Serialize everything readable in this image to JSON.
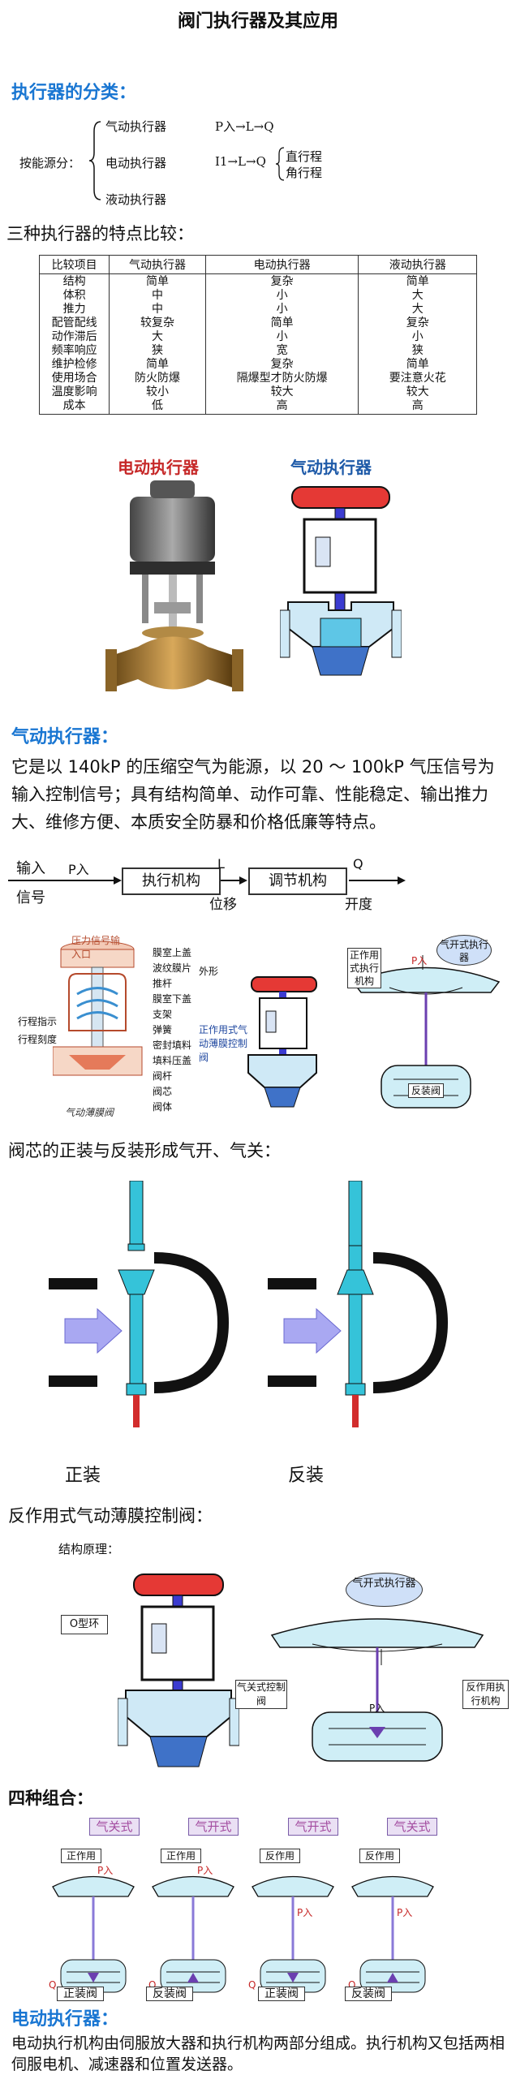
{
  "title": "阀门执行器及其应用",
  "classification": {
    "heading": "执行器的分类：",
    "energy_label": "按能源分：",
    "types": [
      "气动执行器",
      "电动执行器",
      "液动执行器"
    ],
    "pneumatic_formula": "P入→L→Q",
    "electric_formula": "I1→L→Q",
    "stroke_types": [
      "直行程",
      "角行程"
    ]
  },
  "comparison": {
    "heading": "三种执行器的特点比较：",
    "headers": [
      "比较项目",
      "气动执行器",
      "电动执行器",
      "液动执行器"
    ],
    "items": [
      "结构",
      "体积",
      "推力",
      "配管配线",
      "动作滞后",
      "频率响应",
      "维护检修",
      "使用场合",
      "温度影响",
      "成本"
    ],
    "pneumatic": [
      "简单",
      "中",
      "中",
      "较复杂",
      "大",
      "狭",
      "简单",
      "防火防爆",
      "较小",
      "低"
    ],
    "electric": [
      "复杂",
      "小",
      "小",
      "简单",
      "小",
      "宽",
      "复杂",
      "隔爆型才防火防爆",
      "较大",
      "高"
    ],
    "hydraulic": [
      "简单",
      "大",
      "大",
      "复杂",
      "小",
      "狭",
      "简单",
      "要注意火花",
      "较大",
      "高"
    ]
  },
  "photo_captions": {
    "electric": "电动执行器",
    "pneumatic": "气动执行器"
  },
  "pneumatic_section": {
    "heading": "气动执行器：",
    "paragraph": "它是以 140kP 的压缩空气为能源，以 20 ～ 100kP 气压信号为输入控制信号；具有结构简单、动作可靠、性能稳定、输出推力大、维修方便、本质安全防暴和价格低廉等特点。"
  },
  "flow": {
    "input_label_1": "输入",
    "input_label_2": "信号",
    "p_in": "P入",
    "box1": "执行机构",
    "l": "L",
    "displacement": "位移",
    "box2": "调节机构",
    "q": "Q",
    "opening": "开度"
  },
  "diaphragm_diagram": {
    "labels_left": [
      "压力信号输入口",
      "膜室上盖",
      "波纹膜片",
      "推杆",
      "膜室下盖",
      "支架",
      "行程指示",
      "行程刻度",
      "弹簧",
      "密封填料",
      "填料压盖",
      "阀杆",
      "阀芯",
      "阀体"
    ],
    "bottom_caption": "气动薄膜阀",
    "appearance": "外形",
    "direct_acting_note": "正作用式气动薄膜控制阀",
    "direct_actuator": "正作用式执行机构",
    "p_in": "P入",
    "air_open_actuator": "气开式执行器",
    "reverse_valve": "反装阀"
  },
  "core_section": {
    "heading": "阀芯的正装与反装形成气开、气关：",
    "normal": "正装",
    "reverse": "反装"
  },
  "reverse_section": {
    "heading": "反作用式气动薄膜控制阀：",
    "structure_label": "结构原理：",
    "o_ring": "O型环",
    "air_open_actuator": "气开式执行器",
    "air_close_valve": "气关式控制阀",
    "p_in": "P入",
    "reverse_actuator": "反作用执行机构"
  },
  "combo_section": {
    "heading": "四种组合：",
    "types": [
      "气关式",
      "气开式",
      "气开式",
      "气关式"
    ],
    "actions": [
      "正作用",
      "正作用",
      "反作用",
      "反作用"
    ],
    "p_in": "P入",
    "q": "Q",
    "valves": [
      "正装阀",
      "反装阀"
    ]
  },
  "electric_section": {
    "heading": "电动执行器：",
    "paragraph": "电动执行机构由伺服放大器和执行机构两部分组成。执行机构又包括两相伺服电机、减速器和位置发送器。"
  },
  "colors": {
    "blue": "#1976d2",
    "cyan": "#35c3d9",
    "red": "#e53935",
    "purple": "#7a5ca8"
  }
}
